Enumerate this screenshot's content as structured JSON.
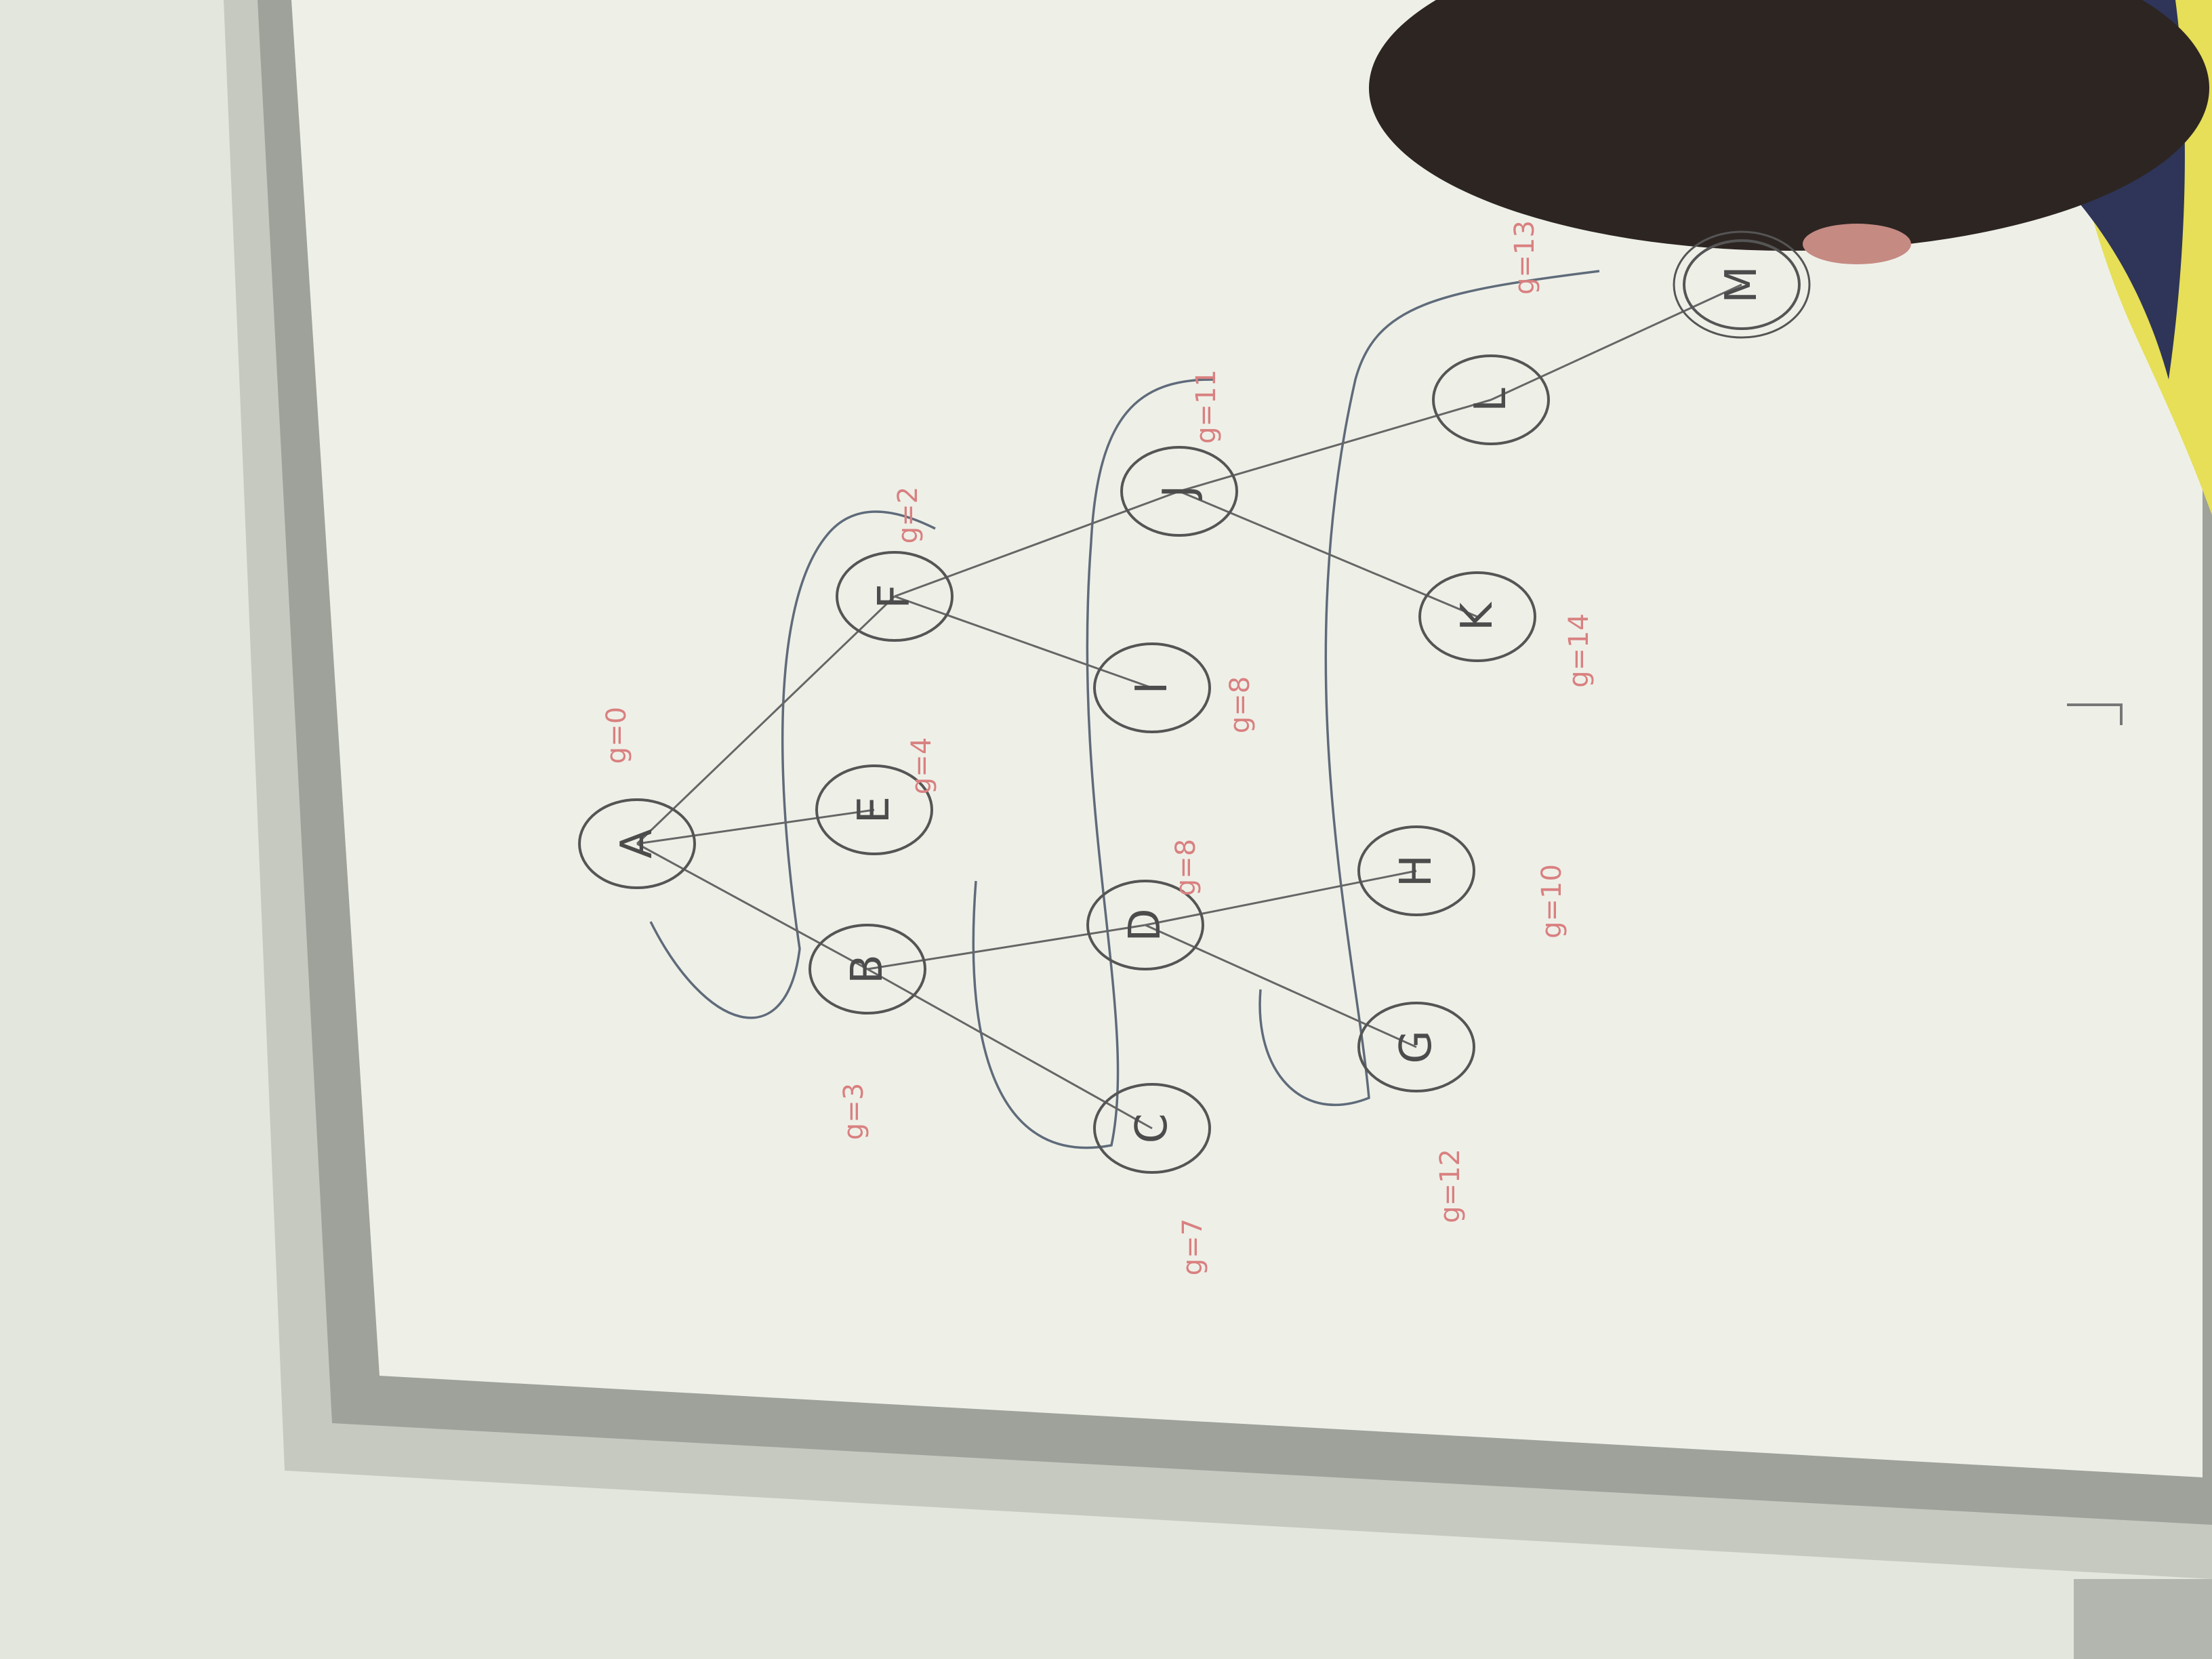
{
  "image": {
    "orientation_note": "photo of whiteboard, rotated 90 degrees counter-clockwise"
  },
  "graph": {
    "nodes": [
      {
        "id": "A",
        "label": "A",
        "note": "g=0"
      },
      {
        "id": "B",
        "label": "B",
        "note": "g=3"
      },
      {
        "id": "E",
        "label": "E",
        "note": "g=4"
      },
      {
        "id": "F",
        "label": "F",
        "note": "g=2"
      },
      {
        "id": "C",
        "label": "C",
        "note": "g=7"
      },
      {
        "id": "D",
        "label": "D",
        "note": "g=8"
      },
      {
        "id": "I",
        "label": "I",
        "note": "g=8"
      },
      {
        "id": "J",
        "label": "J",
        "note": "g=11"
      },
      {
        "id": "G",
        "label": "G",
        "note": "g=12"
      },
      {
        "id": "H",
        "label": "H",
        "note": "g=10"
      },
      {
        "id": "K",
        "label": "K",
        "note": "g=14"
      },
      {
        "id": "L",
        "label": "L",
        "note": ""
      },
      {
        "id": "M",
        "label": "M",
        "note": "g=13"
      }
    ],
    "edges": [
      [
        "A",
        "B"
      ],
      [
        "A",
        "E"
      ],
      [
        "A",
        "F"
      ],
      [
        "B",
        "C"
      ],
      [
        "B",
        "D"
      ],
      [
        "F",
        "I"
      ],
      [
        "F",
        "J"
      ],
      [
        "D",
        "G"
      ],
      [
        "D",
        "H"
      ],
      [
        "J",
        "K"
      ],
      [
        "J",
        "L"
      ],
      [
        "L",
        "M"
      ]
    ],
    "level_groups": [
      [
        "B",
        "E",
        "F"
      ],
      [
        "C",
        "D",
        "I",
        "J"
      ],
      [
        "G",
        "H",
        "K",
        "L"
      ]
    ]
  },
  "colors": {
    "board": "#eef0e8",
    "frame": "#b4b8b0",
    "wall": "#e3e6dc",
    "ink": "#555555",
    "red_ink": "#d98080",
    "hair": "#2d2522",
    "shirt_yellow": "#e6df57",
    "shirt_blue": "#2e3558"
  }
}
